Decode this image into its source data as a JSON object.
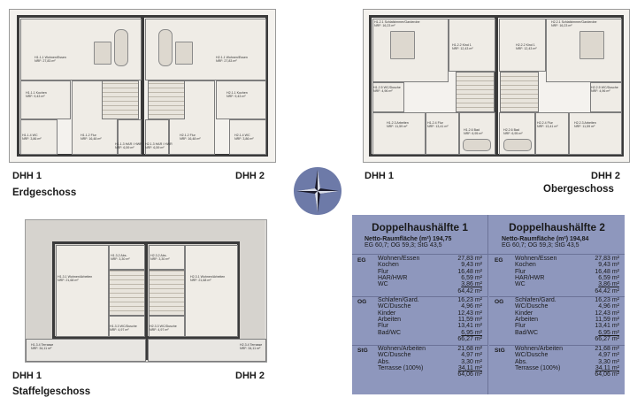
{
  "plans": {
    "eg": {
      "label_left": "DHH 1",
      "label_right": "DHH 2",
      "title": "Erdgeschoss",
      "rooms": [
        {
          "code": "H1.1.1 Wohnen/Essen",
          "area": "NRF: 27,83 m²"
        },
        {
          "code": "H2.1.1 Wohnen/Essen",
          "area": "NRF: 27,83 m²"
        },
        {
          "code": "H1.1.1 Kochen",
          "area": "NRF: 9,43 m²"
        },
        {
          "code": "H2.1.1 Kochen",
          "area": "NRF: 9,43 m²"
        },
        {
          "code": "H1.1.4 WC",
          "area": "NRF: 3,86 m²"
        },
        {
          "code": "H2.1.4 WC",
          "area": "NRF: 3,86 m²"
        },
        {
          "code": "H1.1.2 Flur",
          "area": "NRF: 16,48 m²"
        },
        {
          "code": "H2.1.2 Flur",
          "area": "NRF: 16,48 m²"
        },
        {
          "code": "H1.1.3 HAR / HWR",
          "area": "NRF: 6,59 m²"
        },
        {
          "code": "H2.1.3 HAR / HWR",
          "area": "NRF: 6,59 m²"
        }
      ]
    },
    "og": {
      "label_left": "DHH 1",
      "label_right": "DHH 2",
      "title": "Obergeschoss",
      "rooms": [
        {
          "code": "H1.2.1 Schlafzimmer/Garderobe",
          "area": "NRF: 16,23 m²"
        },
        {
          "code": "H2.2.1 Schlafzimmer/Garderobe",
          "area": "NRF: 16,23 m²"
        },
        {
          "code": "H1.2.2 Kind 1",
          "area": "NRF: 12,43 m²"
        },
        {
          "code": "H2.2.2 Kind 1",
          "area": "NRF: 12,43 m²"
        },
        {
          "code": "H1.2.5 WC/Dusche",
          "area": "NRF: 4,96 m²"
        },
        {
          "code": "H2.2.5 WC/Dusche",
          "area": "NRF: 4,96 m²"
        },
        {
          "code": "H1.2.3 Arbeiten",
          "area": "NRF: 11,59 m²"
        },
        {
          "code": "H2.2.3 Arbeiten",
          "area": "NRF: 11,59 m²"
        },
        {
          "code": "H1.2.4 Flur",
          "area": "NRF: 13,41 m²"
        },
        {
          "code": "H2.2.4 Flur",
          "area": "NRF: 13,41 m²"
        },
        {
          "code": "H1.2.6 Bad",
          "area": "NRF: 6,95 m²"
        },
        {
          "code": "H2.2.6 Bad",
          "area": "NRF: 6,95 m²"
        }
      ]
    },
    "stg": {
      "label_left": "DHH 1",
      "label_right": "DHH 2",
      "title": "Staffelgeschoss",
      "rooms": [
        {
          "code": "H1.3.1 Wohnen/Arbeiten",
          "area": "NRF: 21,68 m²"
        },
        {
          "code": "H2.3.1 Wohnen/Arbeiten",
          "area": "NRF: 21,68 m²"
        },
        {
          "code": "H1.3.2 Abs.",
          "area": "NRF: 3,30 m²"
        },
        {
          "code": "H2.3.2 Abs.",
          "area": "NRF: 3,30 m²"
        },
        {
          "code": "H1.3.3 WC/Dusche",
          "area": "NRF: 4,97 m²"
        },
        {
          "code": "H2.3.3 WC/Dusche",
          "area": "NRF: 4,97 m²"
        },
        {
          "code": "H1.3.4 Terrasse",
          "area": "NRF: 34,11 m²"
        },
        {
          "code": "H2.3.4 Terrasse",
          "area": "NRF: 34,11 m²"
        }
      ]
    }
  },
  "tables": [
    {
      "title": "Doppelhaushälfte 1",
      "subtitle": "Netto-Raumfläche (m²) 194,75",
      "subtitle2": "EG 60,7; OG 59,3; StG 43,5",
      "blocks": [
        {
          "floor": "EG",
          "rows": [
            {
              "name": "Wohnen/Essen",
              "value": "27,83 m²"
            },
            {
              "name": "Kochen",
              "value": "9,43 m²"
            },
            {
              "name": "Flur",
              "value": "16,48 m²"
            },
            {
              "name": "HAR/HWR",
              "value": "6,59 m²"
            },
            {
              "name": "WC",
              "value": "3,86 m²",
              "underline": true
            },
            {
              "name": "",
              "value": "64,42 m²"
            }
          ]
        },
        {
          "floor": "OG",
          "rows": [
            {
              "name": "Schlafen/Gard.",
              "value": "16,23 m²"
            },
            {
              "name": "WC/Dusche",
              "value": "4,96 m²"
            },
            {
              "name": "Kinder",
              "value": "12,43 m²"
            },
            {
              "name": "Arbeiten",
              "value": "11,59 m²"
            },
            {
              "name": "Flur",
              "value": "13,41 m²"
            },
            {
              "name": "Bad/WC",
              "value": "6,95 m²",
              "underline": true
            },
            {
              "name": "",
              "value": "66,27 m²"
            }
          ]
        },
        {
          "floor": "StG",
          "rows": [
            {
              "name": "Wohnen/Arbeiten",
              "value": "21,68 m²"
            },
            {
              "name": "WC/Dusche",
              "value": "4,97 m²"
            },
            {
              "name": "Abs.",
              "value": "3,30 m²"
            },
            {
              "name": "Terrasse (100%)",
              "value": "34,11 m²",
              "underline": true
            },
            {
              "name": "",
              "value": "64,06 m²"
            }
          ]
        }
      ]
    },
    {
      "title": "Doppelhaushälfte 2",
      "subtitle": "Netto-Raumfläche (m²) 194,84",
      "subtitle2": "EG 60,7; OG 59,3; StG 43,5",
      "blocks": [
        {
          "floor": "EG",
          "rows": [
            {
              "name": "Wohnen/Essen",
              "value": "27,83 m²"
            },
            {
              "name": "Kochen",
              "value": "9,43 m²"
            },
            {
              "name": "Flur",
              "value": "16,48 m²"
            },
            {
              "name": "HAR/HWR",
              "value": "6,59 m²"
            },
            {
              "name": "WC",
              "value": "3,86 m²",
              "underline": true
            },
            {
              "name": "",
              "value": "64,42 m²"
            }
          ]
        },
        {
          "floor": "OG",
          "rows": [
            {
              "name": "Schlafen/Gard.",
              "value": "16,23 m²"
            },
            {
              "name": "WC/Dusche",
              "value": "4,96 m²"
            },
            {
              "name": "Kinder",
              "value": "12,43 m²"
            },
            {
              "name": "Arbeiten",
              "value": "11,59 m²"
            },
            {
              "name": "Flur",
              "value": "13,41 m²"
            },
            {
              "name": "Bad/WC",
              "value": "6,95 m²",
              "underline": true
            },
            {
              "name": "",
              "value": "66,27 m²"
            }
          ]
        },
        {
          "floor": "StG",
          "rows": [
            {
              "name": "Wohnen/Arbeiten",
              "value": "21,68 m²"
            },
            {
              "name": "WC/Dusche",
              "value": "4,97 m²"
            },
            {
              "name": "Abs.",
              "value": "3,30 m²"
            },
            {
              "name": "Terrasse (100%)",
              "value": "34,11 m²",
              "underline": true
            },
            {
              "name": "",
              "value": "64,06 m²"
            }
          ]
        }
      ]
    }
  ],
  "colors": {
    "table_bg": "#8e97bd",
    "compass_bg": "#6d7aa8",
    "wall": "#3a3a3a"
  },
  "icons": {
    "compass": "compass-rose-icon"
  }
}
